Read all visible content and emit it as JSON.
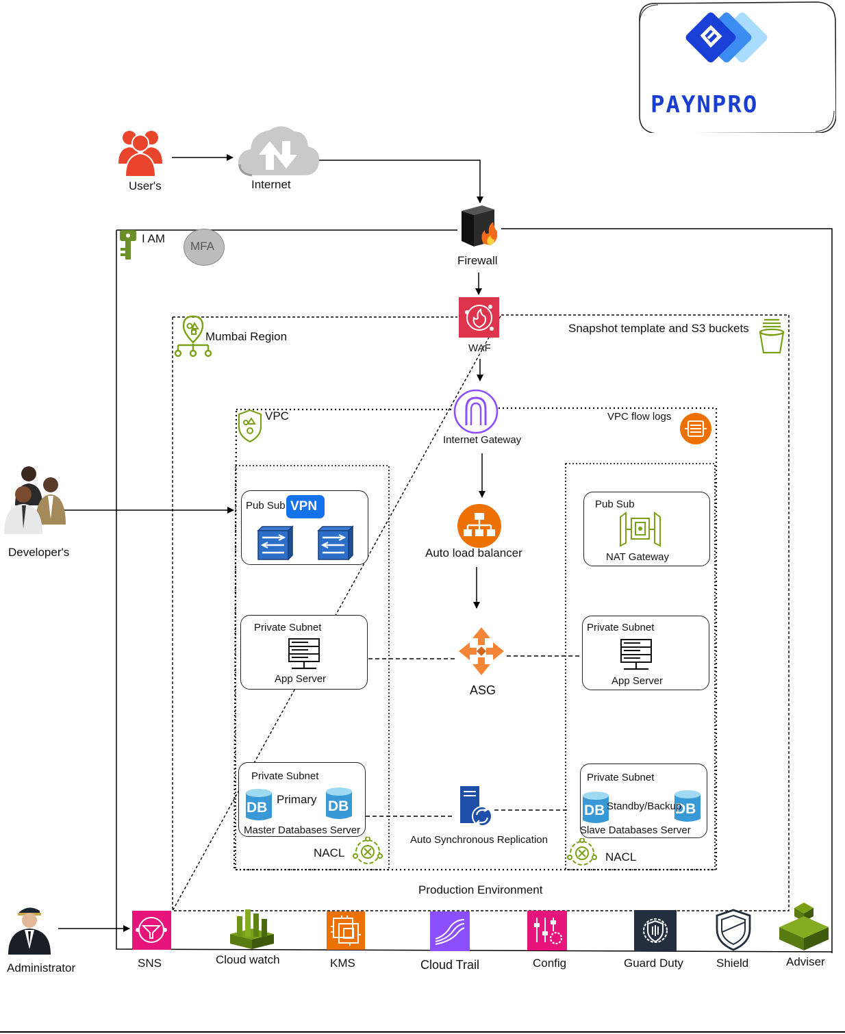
{
  "brand": {
    "name": "PAYNPRO",
    "colors": {
      "blue": "#1f3fe0",
      "light": "#8fd0ff"
    }
  },
  "actors": {
    "users": "User's",
    "internet": "Internet",
    "developers": "Developer's",
    "administrator": "Administrator"
  },
  "perimeter": {
    "firewall": "Firewall",
    "iam": "I AM",
    "mfa": "MFA",
    "waf": "WAF"
  },
  "region": {
    "name": "Mumbai Region",
    "snapshot": "Snapshot template and S3 buckets",
    "environment": "Production Environment"
  },
  "vpc": {
    "name": "VPC",
    "flow_logs": "VPC flow logs",
    "internet_gateway": "Internet Gateway",
    "load_balancer": "Auto load balancer",
    "asg": "ASG",
    "replication": "Auto Synchronous Replication",
    "left": {
      "pubsub": "Pub Sub",
      "vpn": "VPN",
      "app_subnet": "Private Subnet",
      "app_server": "App Server",
      "db_subnet": "Private Subnet",
      "db_role": "Primary",
      "db_server": "Master Databases Server",
      "db_icon": "DB",
      "nacl": "NACL"
    },
    "right": {
      "pubsub": "Pub Sub",
      "nat": "NAT Gateway",
      "app_subnet": "Private Subnet",
      "app_server": "App Server",
      "db_subnet": "Private Subnet",
      "db_role": "Standby/Backup",
      "db_server": "Slave Databases Server",
      "db_icon": "DB",
      "nacl": "NACL"
    }
  },
  "services": {
    "sns": "SNS",
    "cloudwatch": "Cloud watch",
    "kms": "KMS",
    "cloudtrail": "Cloud Trail",
    "config": "Config",
    "guardduty": "Guard Duty",
    "shield": "Shield",
    "adviser": "Adviser"
  },
  "icons": [
    "users-icon",
    "cloud-icon",
    "firewall-icon",
    "waf-icon",
    "key-icon",
    "region-icon",
    "bucket-icon",
    "vpc-shield-icon",
    "flow-logs-icon",
    "gateway-icon",
    "load-balancer-icon",
    "asg-icon",
    "vpn-icon",
    "router-icon",
    "nat-icon",
    "server-icon",
    "database-icon",
    "replication-icon",
    "nacl-icon",
    "sns-icon",
    "cloudwatch-icon",
    "kms-icon",
    "cloudtrail-icon",
    "config-icon",
    "guardduty-icon",
    "shield-icon",
    "adviser-icon"
  ]
}
